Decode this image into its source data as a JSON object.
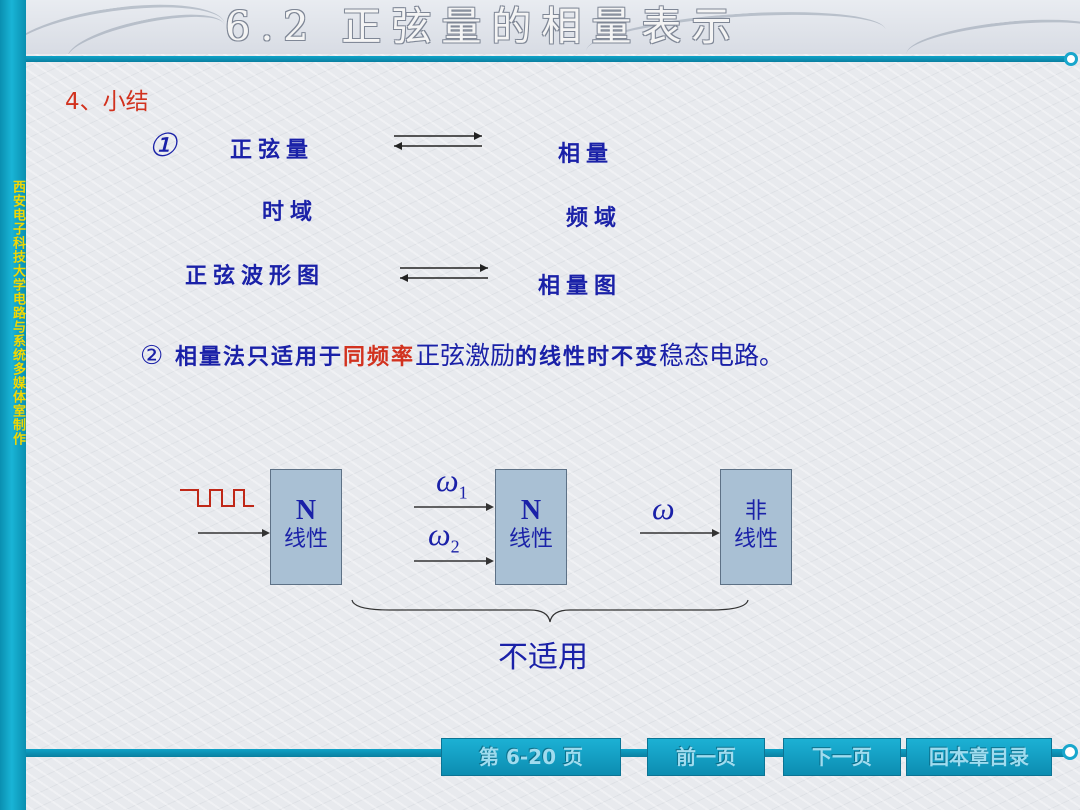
{
  "sidebar": {
    "text": "西安电子科技大学电路与系统多媒体室制作"
  },
  "header": {
    "title": "6.2 正弦量的相量表示"
  },
  "section_heading": "4、小结",
  "point1": {
    "marker": "①",
    "left_term": "正弦量",
    "right_term": "相量",
    "left_domain": "时域",
    "right_domain": "频域",
    "left_diagram": "正弦波形图",
    "right_diagram": "相量图"
  },
  "point2": {
    "marker": "②",
    "part1": "相量法只适用于",
    "highlight": "同频率",
    "part2": "正弦激励",
    "part3": "的线性时不变",
    "part4": "稳态电路。"
  },
  "diagram": {
    "box1": {
      "symbol": "N",
      "label": "线性"
    },
    "box2": {
      "symbol": "N",
      "label": "线性"
    },
    "box3": {
      "label_line1": "非",
      "label_line2": "线性"
    },
    "omega1": "ω",
    "omega1_sub": "1",
    "omega2": "ω",
    "omega2_sub": "2",
    "omega": "ω",
    "caption": "不适用"
  },
  "nav": {
    "page": "第 6-20 页",
    "prev": "前一页",
    "next": "下一页",
    "toc": "回本章目录"
  },
  "colors": {
    "accent": "#0fa3c8",
    "text_blue": "#1a21a8",
    "text_red": "#d2321f",
    "box_fill": "#a9c0d4"
  }
}
